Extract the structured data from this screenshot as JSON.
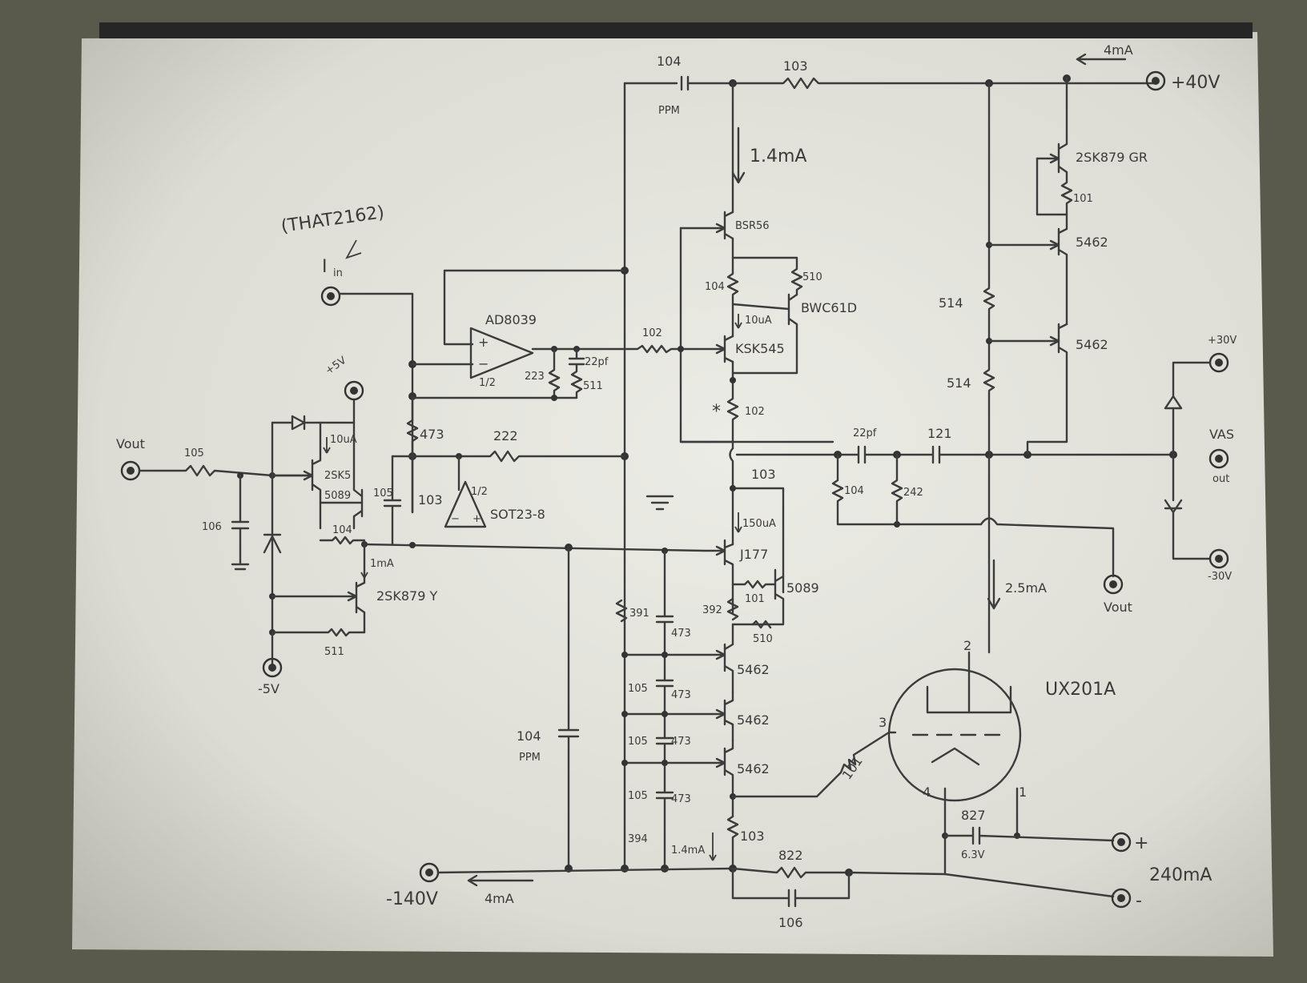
{
  "labels": {
    "c_top": "104",
    "c_top_type": "PPM",
    "r_top": "103",
    "i_supply": "4mA",
    "v_pos": "+40V",
    "i_stage": "1.4mA",
    "chip_ref": "(THAT2162)",
    "iin": "I",
    "iin_sub": "in",
    "opamp": "AD8039",
    "opamp_half": "1/2",
    "r223": "223",
    "c22pf_a": "22pf",
    "r511_a": "511",
    "r102_a": "102",
    "q_bsr56": "BSR56",
    "r104_a": "104",
    "r510_a": "510",
    "q_bwc61d": "BWC61D",
    "i_10ua": "10uA",
    "q_ksk545": "KSK545",
    "r102_b": "102",
    "star": "*",
    "c22pf_b": "22pf",
    "c121": "121",
    "r104_b": "104",
    "r242": "242",
    "q_2sk879gr": "2SK879 GR",
    "r101_a": "101",
    "q5462_a": "5462",
    "q5462_b": "5462",
    "r514_a": "514",
    "r514_b": "514",
    "v_p30": "+30V",
    "v_m30": "-30V",
    "vas": "VAS",
    "vas_out": "out",
    "vout_right": "Vout",
    "vout_left": "Vout",
    "r105_in": "105",
    "c106_in": "106",
    "v_p5": "+5V",
    "i_10ua_left": "10uA",
    "q_2sk5": "2SK5",
    "q5089_a": "5089",
    "r104_c": "104",
    "c105": "105",
    "r473": "473",
    "r103_a": "103",
    "r222": "222",
    "half": "1/2",
    "sot": "SOT23-8",
    "i_1ma": "1mA",
    "q_2sk879y": "2SK879 Y",
    "r511_b": "511",
    "v_m5": "-5V",
    "r103_b": "103",
    "i_150ua": "150uA",
    "q_j177": "J177",
    "r101_b": "101",
    "q5089_b": "5089",
    "r392": "392",
    "r510_b": "510",
    "r391": "391",
    "c473_a": "473",
    "q5462_c": "5462",
    "r105_a": "105",
    "c473_b": "473",
    "q5462_d": "5462",
    "r105_b": "105",
    "c473_c": "473",
    "q5462_e": "5462",
    "r105_c": "105",
    "c473_d": "473",
    "r394": "394",
    "i_14ma_b": "1.4mA",
    "r103_c": "103",
    "c104_left": "104",
    "c104_left_type": "PPM",
    "i_25ma": "2.5mA",
    "tube": "UX201A",
    "pin2": "2",
    "pin3": "3",
    "pin4": "4",
    "pin1": "1",
    "r101_grid": "101",
    "c827": "827",
    "c827_v": "6.3V",
    "fil_plus": "+",
    "fil_minus": "-",
    "i_240ma": "240mA",
    "r822": "822",
    "c106_b": "106",
    "v_m140": "-140V",
    "i_4ma_b": "4mA"
  },
  "colors": {
    "paper": "#e6e6df",
    "ink": "#3c3c3c",
    "backdrop": "#5a5a4c",
    "tape": "#262626"
  }
}
